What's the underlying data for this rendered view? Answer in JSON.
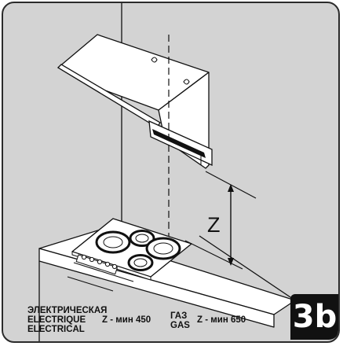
{
  "figure": {
    "badge": "3b"
  },
  "dimension": {
    "label": "Z"
  },
  "legend": {
    "electrical": {
      "lines": [
        "ЭЛЕКТРИЧЕСКАЯ",
        "ELECTRIQUE",
        "ELECTRICAL"
      ],
      "value": "Z - мин 450"
    },
    "gas": {
      "line1": "ГАЗ",
      "line2": "GAS",
      "value": "Z - мин 650"
    }
  },
  "colors": {
    "background": "#d3d3d3",
    "line": "#111111",
    "surface": "#ffffff",
    "badge": "#111111"
  }
}
